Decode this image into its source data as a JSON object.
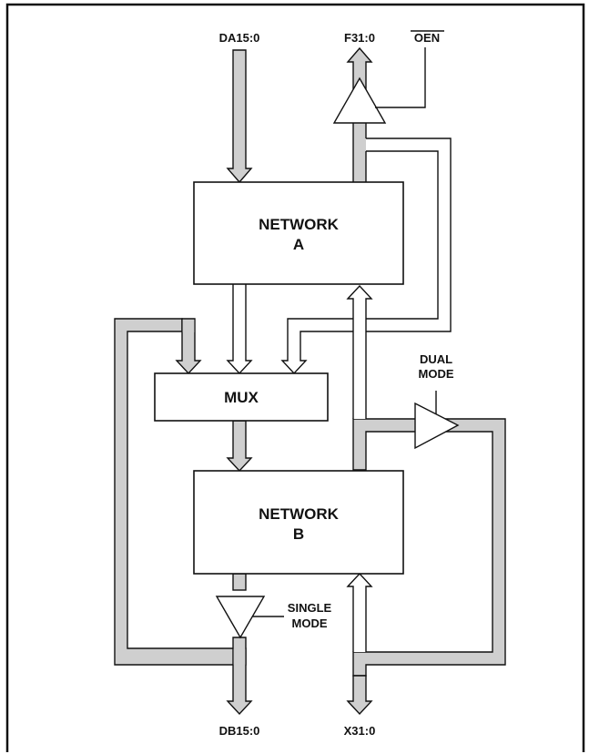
{
  "colors": {
    "bus_fill": "#cfcfcf",
    "line": "#111111",
    "background": "#ffffff"
  },
  "labels": {
    "da": "DA15:0",
    "f": "F31:0",
    "oen": "OEN",
    "network_a_line1": "NETWORK",
    "network_a_line2": "A",
    "mux": "MUX",
    "network_b_line1": "NETWORK",
    "network_b_line2": "B",
    "dual_line1": "DUAL",
    "dual_line2": "MODE",
    "single_line1": "SINGLE",
    "single_line2": "MODE",
    "db": "DB15:0",
    "x": "X31:0"
  }
}
